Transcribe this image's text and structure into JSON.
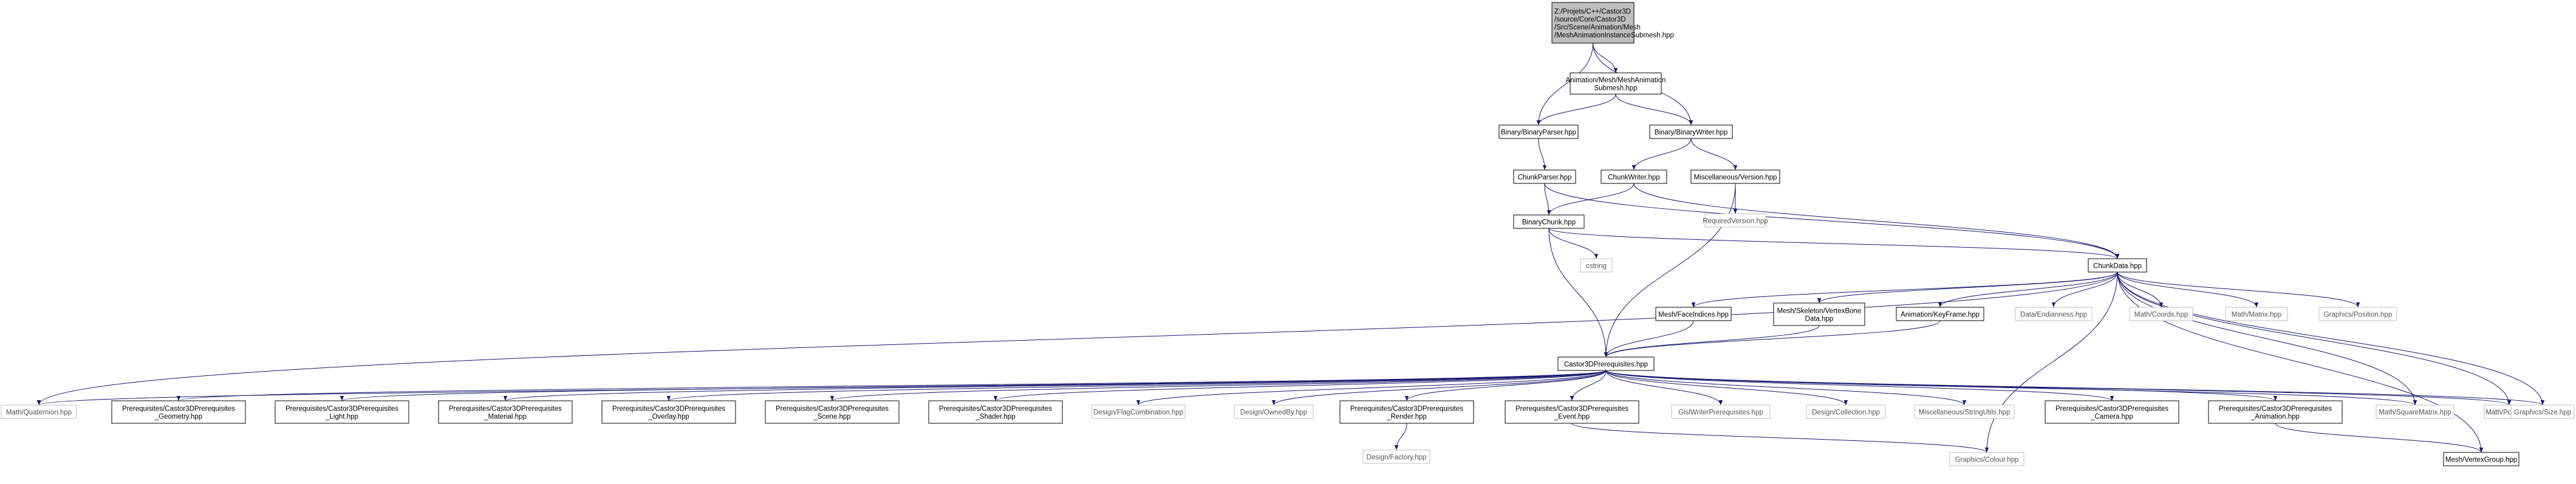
{
  "diagram": {
    "title": "",
    "nodes": [
      {
        "id": "root",
        "lines": [
          "Z:/Projets/C++/Castor3D",
          "/source/Core/Castor3D",
          "/Src/Scene/Animation/Mesh",
          "/MeshAnimationInstanceSubmesh.hpp"
        ],
        "kind": "root"
      },
      {
        "id": "mas",
        "lines": [
          "Animation/Mesh/MeshAnimation",
          "Submesh.hpp"
        ],
        "kind": "normal"
      },
      {
        "id": "bparser",
        "lines": [
          "Binary/BinaryParser.hpp"
        ],
        "kind": "normal"
      },
      {
        "id": "bwriter",
        "lines": [
          "Binary/BinaryWriter.hpp"
        ],
        "kind": "normal"
      },
      {
        "id": "cparser",
        "lines": [
          "ChunkParser.hpp"
        ],
        "kind": "normal"
      },
      {
        "id": "cwriter",
        "lines": [
          "ChunkWriter.hpp"
        ],
        "kind": "normal"
      },
      {
        "id": "version",
        "lines": [
          "Miscellaneous/Version.hpp"
        ],
        "kind": "normal"
      },
      {
        "id": "reqver",
        "lines": [
          "RequiredVersion.hpp"
        ],
        "kind": "system"
      },
      {
        "id": "bchunk",
        "lines": [
          "BinaryChunk.hpp"
        ],
        "kind": "normal"
      },
      {
        "id": "cstring",
        "lines": [
          "cstring"
        ],
        "kind": "system"
      },
      {
        "id": "cdata",
        "lines": [
          "ChunkData.hpp"
        ],
        "kind": "normal"
      },
      {
        "id": "faceidx",
        "lines": [
          "Mesh/FaceIndices.hpp"
        ],
        "kind": "normal"
      },
      {
        "id": "vbone",
        "lines": [
          "Mesh/Skeleton/VertexBone",
          "Data.hpp"
        ],
        "kind": "normal"
      },
      {
        "id": "keyframe",
        "lines": [
          "Animation/KeyFrame.hpp"
        ],
        "kind": "normal"
      },
      {
        "id": "endian",
        "lines": [
          "Data/Endianness.hpp"
        ],
        "kind": "system"
      },
      {
        "id": "coords",
        "lines": [
          "Math/Coords.hpp"
        ],
        "kind": "system"
      },
      {
        "id": "matrix",
        "lines": [
          "Math/Matrix.hpp"
        ],
        "kind": "system"
      },
      {
        "id": "position",
        "lines": [
          "Graphics/Position.hpp"
        ],
        "kind": "system"
      },
      {
        "id": "prereq",
        "lines": [
          "Castor3DPrerequisites.hpp"
        ],
        "kind": "normal"
      },
      {
        "id": "quat",
        "lines": [
          "Math/Quaternion.hpp"
        ],
        "kind": "system"
      },
      {
        "id": "pgeom",
        "lines": [
          "Prerequisites/Castor3DPrerequisites",
          "_Geometry.hpp"
        ],
        "kind": "normal"
      },
      {
        "id": "plight",
        "lines": [
          "Prerequisites/Castor3DPrerequisites",
          "_Light.hpp"
        ],
        "kind": "normal"
      },
      {
        "id": "pmat",
        "lines": [
          "Prerequisites/Castor3DPrerequisites",
          "_Material.hpp"
        ],
        "kind": "normal"
      },
      {
        "id": "pover",
        "lines": [
          "Prerequisites/Castor3DPrerequisites",
          "_Overlay.hpp"
        ],
        "kind": "normal"
      },
      {
        "id": "pscene",
        "lines": [
          "Prerequisites/Castor3DPrerequisites",
          "_Scene.hpp"
        ],
        "kind": "normal"
      },
      {
        "id": "pshader",
        "lines": [
          "Prerequisites/Castor3DPrerequisites",
          "_Shader.hpp"
        ],
        "kind": "normal"
      },
      {
        "id": "flagcomb",
        "lines": [
          "Design/FlagCombination.hpp"
        ],
        "kind": "system"
      },
      {
        "id": "ownedby",
        "lines": [
          "Design/OwnedBy.hpp"
        ],
        "kind": "system"
      },
      {
        "id": "prender",
        "lines": [
          "Prerequisites/Castor3DPrerequisites",
          "_Render.hpp"
        ],
        "kind": "normal"
      },
      {
        "id": "pevent",
        "lines": [
          "Prerequisites/Castor3DPrerequisites",
          "_Event.hpp"
        ],
        "kind": "normal"
      },
      {
        "id": "glsl",
        "lines": [
          "GlslWriterPrerequisites.hpp"
        ],
        "kind": "system"
      },
      {
        "id": "collection",
        "lines": [
          "Design/Collection.hpp"
        ],
        "kind": "system"
      },
      {
        "id": "strutils",
        "lines": [
          "Miscellaneous/StringUtils.hpp"
        ],
        "kind": "system"
      },
      {
        "id": "pcamera",
        "lines": [
          "Prerequisites/Castor3DPrerequisites",
          "_Camera.hpp"
        ],
        "kind": "normal"
      },
      {
        "id": "panim",
        "lines": [
          "Prerequisites/Castor3DPrerequisites",
          "_Animation.hpp"
        ],
        "kind": "normal"
      },
      {
        "id": "sqmatrix",
        "lines": [
          "Math/SquareMatrix.hpp"
        ],
        "kind": "system"
      },
      {
        "id": "point",
        "lines": [
          "Math/Point.hpp"
        ],
        "kind": "system"
      },
      {
        "id": "gsize",
        "lines": [
          "Graphics/Size.hpp"
        ],
        "kind": "system"
      },
      {
        "id": "factory",
        "lines": [
          "Design/Factory.hpp"
        ],
        "kind": "system"
      },
      {
        "id": "colour",
        "lines": [
          "Graphics/Colour.hpp"
        ],
        "kind": "system"
      },
      {
        "id": "vgroup",
        "lines": [
          "Mesh/VertexGroup.hpp"
        ],
        "kind": "normal"
      }
    ],
    "edges": [
      [
        "root",
        "mas"
      ],
      [
        "root",
        "bparser"
      ],
      [
        "root",
        "bwriter"
      ],
      [
        "mas",
        "bparser"
      ],
      [
        "mas",
        "bwriter"
      ],
      [
        "bparser",
        "cparser"
      ],
      [
        "bwriter",
        "cwriter"
      ],
      [
        "bwriter",
        "version"
      ],
      [
        "cparser",
        "bchunk"
      ],
      [
        "cparser",
        "cdata"
      ],
      [
        "cwriter",
        "bchunk"
      ],
      [
        "cwriter",
        "cdata"
      ],
      [
        "version",
        "reqver"
      ],
      [
        "version",
        "prereq"
      ],
      [
        "bchunk",
        "cstring"
      ],
      [
        "bchunk",
        "cdata"
      ],
      [
        "bchunk",
        "prereq"
      ],
      [
        "cdata",
        "faceidx"
      ],
      [
        "cdata",
        "vbone"
      ],
      [
        "cdata",
        "keyframe"
      ],
      [
        "cdata",
        "endian"
      ],
      [
        "cdata",
        "coords"
      ],
      [
        "cdata",
        "matrix"
      ],
      [
        "cdata",
        "position"
      ],
      [
        "cdata",
        "quat"
      ],
      [
        "cdata",
        "sqmatrix"
      ],
      [
        "cdata",
        "point"
      ],
      [
        "cdata",
        "gsize"
      ],
      [
        "cdata",
        "colour"
      ],
      [
        "cdata",
        "vgroup"
      ],
      [
        "faceidx",
        "prereq"
      ],
      [
        "vbone",
        "prereq"
      ],
      [
        "keyframe",
        "prereq"
      ],
      [
        "prereq",
        "quat"
      ],
      [
        "prereq",
        "pgeom"
      ],
      [
        "prereq",
        "plight"
      ],
      [
        "prereq",
        "pmat"
      ],
      [
        "prereq",
        "pover"
      ],
      [
        "prereq",
        "pscene"
      ],
      [
        "prereq",
        "pshader"
      ],
      [
        "prereq",
        "flagcomb"
      ],
      [
        "prereq",
        "ownedby"
      ],
      [
        "prereq",
        "prender"
      ],
      [
        "prereq",
        "pevent"
      ],
      [
        "prereq",
        "glsl"
      ],
      [
        "prereq",
        "collection"
      ],
      [
        "prereq",
        "strutils"
      ],
      [
        "prereq",
        "pcamera"
      ],
      [
        "prereq",
        "panim"
      ],
      [
        "prereq",
        "sqmatrix"
      ],
      [
        "prereq",
        "point"
      ],
      [
        "prereq",
        "gsize"
      ],
      [
        "prender",
        "factory"
      ],
      [
        "pevent",
        "colour"
      ],
      [
        "panim",
        "vgroup"
      ]
    ]
  },
  "colors": {
    "edge": "#191970",
    "root_fill": "#bfbfbf",
    "border": "#000000",
    "system_border": "#bfbfbf",
    "system_text": "#555555",
    "text": "#000000"
  }
}
